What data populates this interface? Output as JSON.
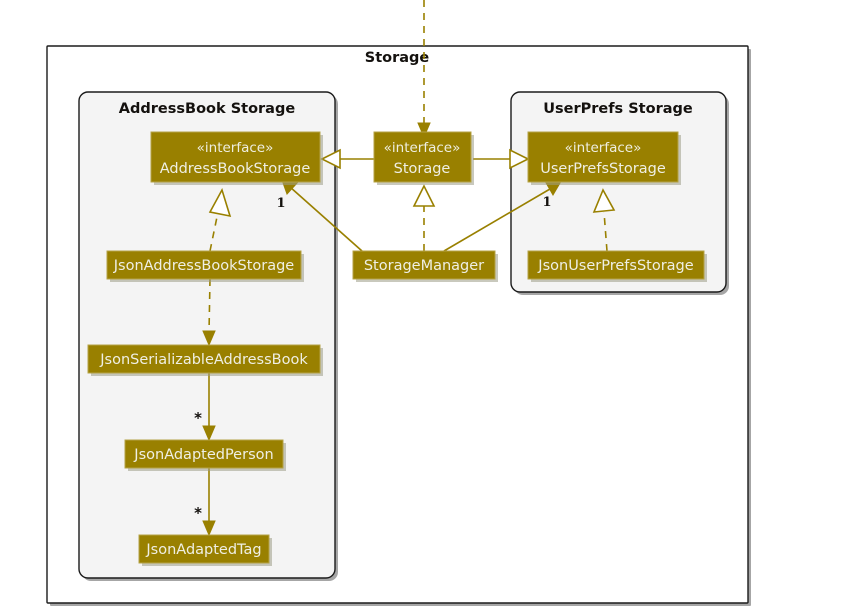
{
  "diagram": {
    "kind": "uml-class-diagram",
    "title": "Storage",
    "colors": {
      "class_fill": "#998000",
      "class_text": "#efefe4",
      "package_fill": "#f4f4f4",
      "package_border": "#1b1b1b",
      "connector": "#998000",
      "canvas": "#ffffff"
    },
    "packages": [
      {
        "id": "outer",
        "title": "Storage"
      },
      {
        "id": "addressbook",
        "title": "AddressBook Storage"
      },
      {
        "id": "userprefs",
        "title": "UserPrefs Storage"
      }
    ],
    "classes": [
      {
        "id": "address-book-storage",
        "stereotype": "«interface»",
        "name": "AddressBookStorage",
        "package": "addressbook"
      },
      {
        "id": "storage",
        "stereotype": "«interface»",
        "name": "Storage",
        "package": "outer"
      },
      {
        "id": "user-prefs-storage",
        "stereotype": "«interface»",
        "name": "UserPrefsStorage",
        "package": "userprefs"
      },
      {
        "id": "json-address-book-storage",
        "stereotype": "",
        "name": "JsonAddressBookStorage",
        "package": "addressbook"
      },
      {
        "id": "storage-manager",
        "stereotype": "",
        "name": "StorageManager",
        "package": "outer"
      },
      {
        "id": "json-user-prefs-storage",
        "stereotype": "",
        "name": "JsonUserPrefsStorage",
        "package": "userprefs"
      },
      {
        "id": "json-serializable-address-book",
        "stereotype": "",
        "name": "JsonSerializableAddressBook",
        "package": "addressbook"
      },
      {
        "id": "json-adapted-person",
        "stereotype": "",
        "name": "JsonAdaptedPerson",
        "package": "addressbook"
      },
      {
        "id": "json-adapted-tag",
        "stereotype": "",
        "name": "JsonAdaptedTag",
        "package": "addressbook"
      }
    ],
    "relationships": [
      {
        "id": "storage-extends-addressbookstorage",
        "from": "storage",
        "to": "address-book-storage",
        "type": "generalization",
        "style": "solid",
        "label": ""
      },
      {
        "id": "storage-extends-userprefsstorage",
        "from": "storage",
        "to": "user-prefs-storage",
        "type": "generalization",
        "style": "solid",
        "label": ""
      },
      {
        "id": "storagemanager-implements-storage",
        "from": "storage-manager",
        "to": "storage",
        "type": "realization",
        "style": "dashed",
        "label": ""
      },
      {
        "id": "storagemanager-uses-addressbookstorage",
        "from": "storage-manager",
        "to": "address-book-storage",
        "type": "association",
        "style": "solid",
        "label": "1"
      },
      {
        "id": "storagemanager-uses-userprefsstorage",
        "from": "storage-manager",
        "to": "user-prefs-storage",
        "type": "association",
        "style": "solid",
        "label": "1"
      },
      {
        "id": "jsonaddressbookstorage-implements-addressbookstorage",
        "from": "json-address-book-storage",
        "to": "address-book-storage",
        "type": "realization",
        "style": "dashed",
        "label": ""
      },
      {
        "id": "jsonuserprefsstorage-implements-userprefsstorage",
        "from": "json-user-prefs-storage",
        "to": "user-prefs-storage",
        "type": "realization",
        "style": "dashed",
        "label": ""
      },
      {
        "id": "jsonaddressbookstorage-uses-jsonserializableaddressbook",
        "from": "json-address-book-storage",
        "to": "json-serializable-address-book",
        "type": "dependency",
        "style": "dashed",
        "label": ""
      },
      {
        "id": "jsonserializableaddressbook-has-jsonadaptedperson",
        "from": "json-serializable-address-book",
        "to": "json-adapted-person",
        "type": "association",
        "style": "solid",
        "label": "*"
      },
      {
        "id": "jsonadaptedperson-has-jsonadaptedtag",
        "from": "json-adapted-person",
        "to": "json-adapted-tag",
        "type": "association",
        "style": "solid",
        "label": "*"
      }
    ],
    "multiplicity_labels": [
      {
        "id": "mult-addressbook-1",
        "text": "1"
      },
      {
        "id": "mult-userprefs-1",
        "text": "1"
      },
      {
        "id": "mult-person-star",
        "text": "*"
      },
      {
        "id": "mult-tag-star",
        "text": "*"
      }
    ]
  }
}
